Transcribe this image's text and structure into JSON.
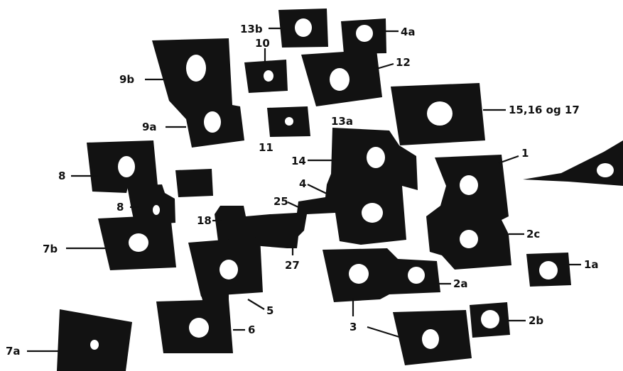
{
  "colors": {
    "ink": "#121212",
    "paper": "#ffffff"
  },
  "labels": {
    "l1": "1",
    "l1a": "1a",
    "l2a": "2a",
    "l2b": "2b",
    "l2c": "2c",
    "l3": "3",
    "l4": "4",
    "l4a": "4a",
    "l5": "5",
    "l6": "6",
    "l7a": "7a",
    "l7b": "7b",
    "l8top": "8",
    "l8mid": "8",
    "l9a": "9a",
    "l9b": "9b",
    "l10": "10",
    "l11": "11",
    "l12": "12",
    "l13a": "13a",
    "l13b": "13b",
    "l14": "14",
    "l15": "15,16 og 17",
    "l18": "18",
    "l25": "25",
    "l27": "27"
  }
}
